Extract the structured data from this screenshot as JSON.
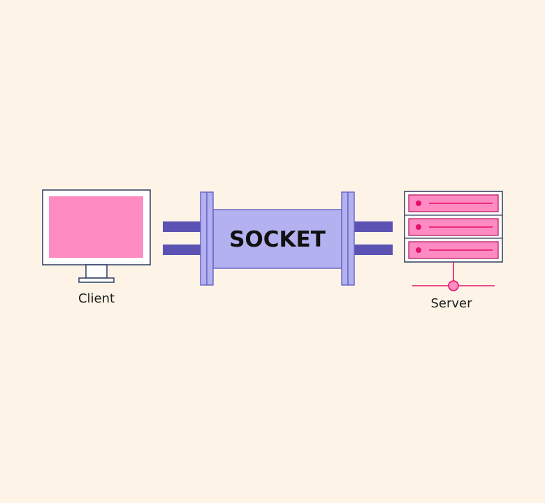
{
  "diagram": {
    "client_label": "Client",
    "socket_label": "SOCKET",
    "server_label": "Server"
  },
  "colors": {
    "background": "#fdf4e7",
    "screen_pink": "#fe8bc1",
    "outline_navy": "#2e3b5e",
    "socket_fill": "#b3b1ef",
    "socket_outline": "#6b68c9",
    "bar_purple": "#5c52b3",
    "server_red": "#e5106e"
  },
  "icons": [
    "monitor-icon",
    "server-rack-icon",
    "network-node-icon"
  ]
}
